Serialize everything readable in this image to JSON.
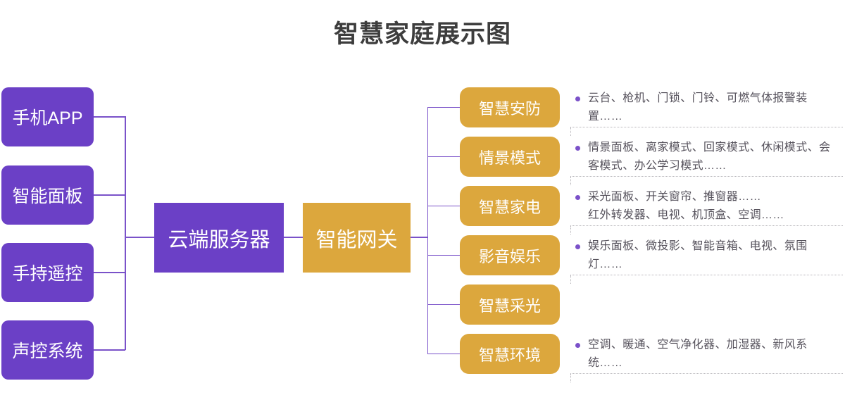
{
  "title": "智慧家庭展示图",
  "left_nodes": [
    {
      "label": "手机APP"
    },
    {
      "label": "智能面板"
    },
    {
      "label": "手持遥控"
    },
    {
      "label": "声控系统"
    }
  ],
  "center_nodes": {
    "cloud": {
      "label": "云端服务器"
    },
    "gateway": {
      "label": "智能网关"
    }
  },
  "right_nodes": [
    {
      "label": "智慧安防",
      "features": "云台、枪机、门锁、门铃、可燃气体报警装置……",
      "divider": true
    },
    {
      "label": "情景模式",
      "features": "情景面板、离家模式、回家模式、休闲模式、会客模式、办公学习模式……",
      "divider": true
    },
    {
      "label": "智慧家电",
      "features": "采光面板、开关窗帘、推窗器……\n红外转发器、电视、机顶盒、空调……",
      "divider": true
    },
    {
      "label": "影音娱乐",
      "features": "娱乐面板、微投影、智能音箱、电视、氛围灯……",
      "divider": true
    },
    {
      "label": "智慧采光",
      "features": "",
      "divider": false
    },
    {
      "label": "智慧环境",
      "features": "空调、暖通、空气净化器、加湿器、新风系统……",
      "divider": true
    }
  ],
  "colors": {
    "purple_node": "#6b40c6",
    "gold_node": "#dca73d",
    "connector": "#7a52c9",
    "bullet_dot": "#7b51c9",
    "feature_text": "#56525c",
    "title_text": "#3d3d3d",
    "divider": "#b6b4b9"
  }
}
